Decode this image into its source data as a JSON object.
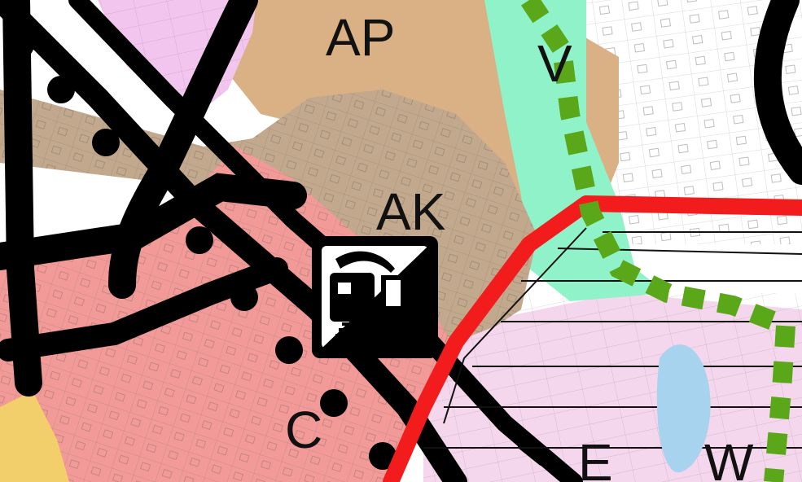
{
  "map": {
    "zone_labels": {
      "ap": "AP",
      "v": "V",
      "ak": "AK",
      "c": "C",
      "e": "E",
      "w": "W"
    },
    "zones": {
      "ap": {
        "fill": "#d9b184"
      },
      "ak": {
        "fill": "#c2a88c"
      },
      "c": {
        "fill": "#f29a98"
      },
      "v": {
        "fill": "#8ff2c8"
      },
      "w": {
        "fill": "#f4d7ec"
      },
      "yellow": {
        "fill": "#f2cf6a"
      }
    },
    "icons": {
      "railway_station": "train-station-icon",
      "pond": "pond-icon"
    },
    "colors": {
      "road": "#000000",
      "red_corridor": "#f21c1c",
      "green_boundary": "#5aa81a",
      "water": "#a7d3ee"
    }
  }
}
